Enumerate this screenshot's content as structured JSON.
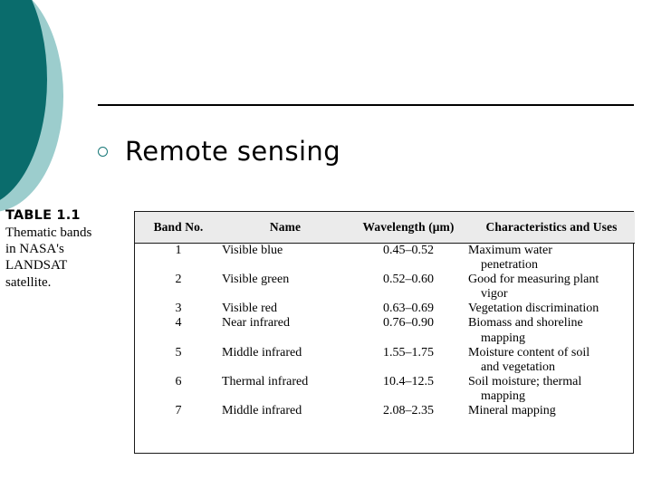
{
  "slide": {
    "title": "Remote sensing",
    "bullet_glyph": "hollow-circle",
    "accent_dark": "#0a6c6c",
    "accent_light": "#9ccdcd",
    "bullet_color": "#187878"
  },
  "caption": {
    "label": "TABLE 1.1",
    "line1": "Thematic bands",
    "line2": "in NASA's",
    "line3": "LANDSAT",
    "line4": "satellite."
  },
  "table": {
    "headers": [
      "Band No.",
      "Name",
      "Wavelength (μm)",
      "Characteristics and Uses"
    ],
    "rows": [
      {
        "band": "1",
        "name": "Visible blue",
        "wavelength": "0.45–0.52",
        "chars_line1": "Maximum water",
        "chars_line2": "penetration"
      },
      {
        "band": "2",
        "name": "Visible green",
        "wavelength": "0.52–0.60",
        "chars_line1": "Good for measuring plant",
        "chars_line2": "vigor"
      },
      {
        "band": "3",
        "name": "Visible red",
        "wavelength": "0.63–0.69",
        "chars_line1": "Vegetation discrimination",
        "chars_line2": ""
      },
      {
        "band": "4",
        "name": "Near infrared",
        "wavelength": "0.76–0.90",
        "chars_line1": "Biomass and shoreline",
        "chars_line2": "mapping"
      },
      {
        "band": "5",
        "name": "Middle infrared",
        "wavelength": "1.55–1.75",
        "chars_line1": "Moisture content of soil",
        "chars_line2": "and vegetation"
      },
      {
        "band": "6",
        "name": "Thermal infrared",
        "wavelength": "10.4–12.5",
        "chars_line1": "Soil moisture; thermal",
        "chars_line2": "mapping"
      },
      {
        "band": "7",
        "name": "Middle infrared",
        "wavelength": "2.08–2.35",
        "chars_line1": "Mineral mapping",
        "chars_line2": ""
      }
    ]
  }
}
